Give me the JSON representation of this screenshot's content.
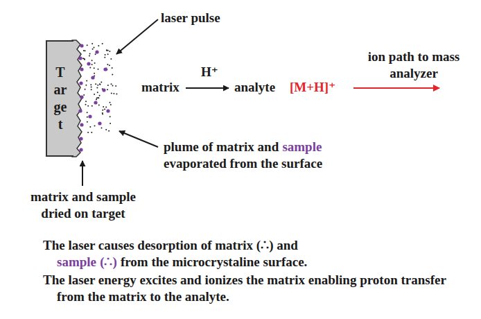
{
  "diagram": {
    "nodes": [
      {
        "text": [
          "Target"
        ]
      }
    ],
    "labels": [
      "laser pulse",
      "matrix",
      "H⁺",
      "analyte",
      "[M+H]⁺",
      "ion path to mass analyzer",
      "plume of matrix and",
      "sample",
      "evaporated from the surface",
      "matrix and sample dried on target",
      "The laser causes desorption of matrix (∴) and",
      "sample",
      "(∴)",
      "from the microcrystaline surface.",
      "The laser energy excites and ionizes the matrix enabling proton transfer from the matrix to the analyte."
    ]
  }
}
